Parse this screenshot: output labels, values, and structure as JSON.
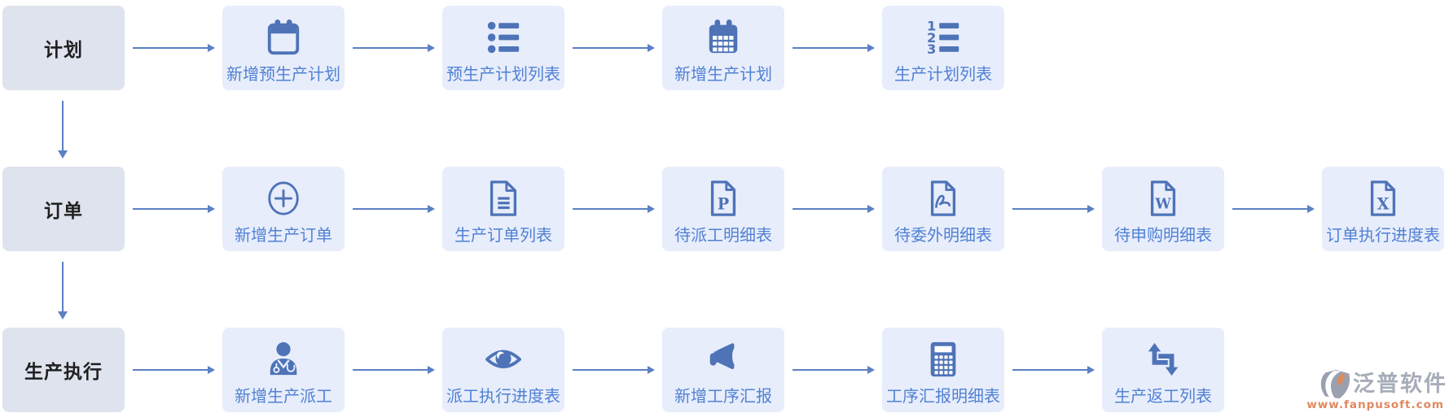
{
  "colors": {
    "category_box_bg": "#dfe3ee",
    "category_text": "#1f1f1f",
    "step_box_bg": "#e7edfb",
    "step_text": "#5181d4",
    "icon": "#4e73b7",
    "arrow": "#5b80c4",
    "watermark_text": "#a7acba",
    "watermark_url": "#e1885f"
  },
  "rows": [
    {
      "category": {
        "label": "计划"
      },
      "steps": [
        {
          "icon": "calendar-icon",
          "label": "新增预生产计划"
        },
        {
          "icon": "list-icon",
          "label": "预生产计划列表"
        },
        {
          "icon": "calendar-grid-icon",
          "label": "新增生产计划"
        },
        {
          "icon": "numbered-list-icon",
          "label": "生产计划列表",
          "icon_digits": {
            "0": "1",
            "1": "2",
            "2": "3"
          }
        }
      ]
    },
    {
      "category": {
        "label": "订单"
      },
      "steps": [
        {
          "icon": "plus-circle-icon",
          "label": "新增生产订单"
        },
        {
          "icon": "file-lines-icon",
          "label": "生产订单列表"
        },
        {
          "icon": "file-p-icon",
          "label": "待派工明细表",
          "icon_letter": "P"
        },
        {
          "icon": "file-pdf-icon",
          "label": "待委外明细表"
        },
        {
          "icon": "file-w-icon",
          "label": "待申购明细表",
          "icon_letter": "W"
        },
        {
          "icon": "file-x-icon",
          "label": "订单执行进度表",
          "icon_letter": "X"
        }
      ]
    },
    {
      "category": {
        "label": "生产执行"
      },
      "steps": [
        {
          "icon": "worker-icon",
          "label": "新增生产派工"
        },
        {
          "icon": "eye-icon",
          "label": "派工执行进度表"
        },
        {
          "icon": "megaphone-icon",
          "label": "新增工序汇报"
        },
        {
          "icon": "calculator-icon",
          "label": "工序汇报明细表"
        },
        {
          "icon": "rework-loop-icon",
          "label": "生产返工列表"
        }
      ]
    }
  ],
  "watermark": {
    "brand": "泛普软件",
    "url": "www.fanpusoft.com"
  }
}
